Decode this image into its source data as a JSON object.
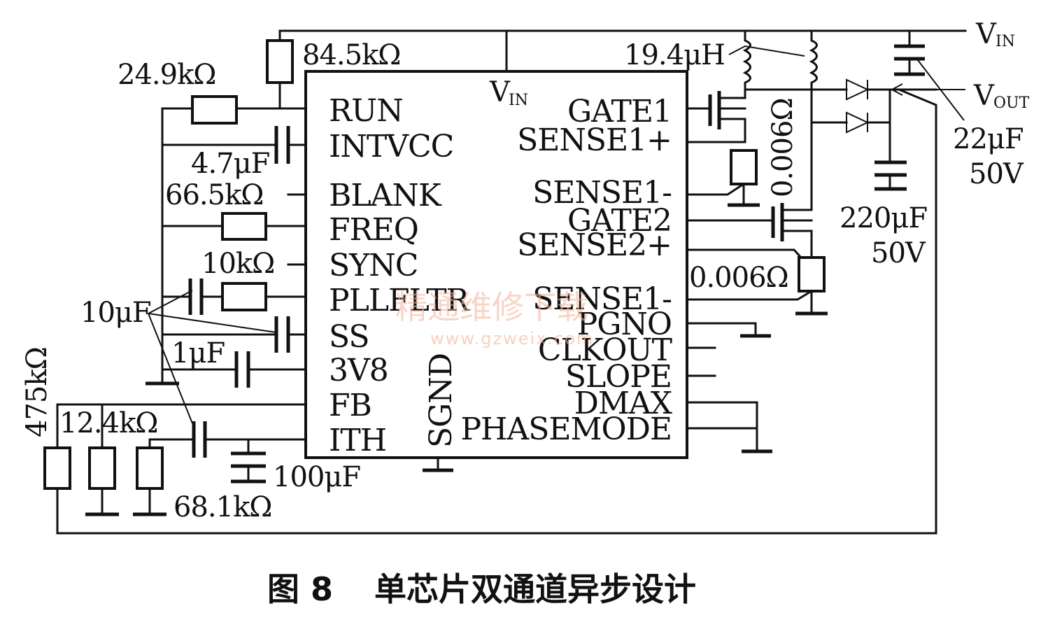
{
  "chip": {
    "left_pins": [
      "RUN",
      "INTVCC",
      "BLANK",
      "FREQ",
      "SYNC",
      "PLLFLTR",
      "SS",
      "3V8",
      "FB",
      "ITH"
    ],
    "right_pins": [
      "GATE1",
      "SENSE1+",
      "SENSE1-",
      "GATE2",
      "SENSE2+",
      "SENSE1-",
      "PGNO",
      "CLKOUT",
      "SLOPE",
      "DMAX",
      "PHASEMODE"
    ],
    "vin_label": "V",
    "vin_sub": "IN",
    "sgnd_label": "SGND"
  },
  "components": {
    "r_84k5": "84.5kΩ",
    "r_24k9": "24.9kΩ",
    "c_4u7": "4.7μF",
    "r_66k5": "66.5kΩ",
    "r_10k": "10kΩ",
    "c_10u": "10μF",
    "c_1u": "1μF",
    "r_475k": "475kΩ",
    "r_12k4": "12.4kΩ",
    "r_68k1": "68.1kΩ",
    "c_100u": "100μF",
    "l_19u4": "19.4μH",
    "r_sense1": "0.006Ω",
    "r_sense2": "0.006Ω",
    "c_22u": "22μF",
    "c_22u_v": "50V",
    "c_220u": "220μF",
    "c_220u_v": "50V"
  },
  "nets": {
    "vin_main": "V",
    "vin_main_sub": "IN",
    "vout": "V",
    "vout_sub": "OUT"
  },
  "watermark": {
    "cn": "精通维修下载",
    "url": "www.gzweix.com"
  },
  "caption": {
    "fig": "图 8",
    "title": "单芯片双通道异步设计"
  }
}
